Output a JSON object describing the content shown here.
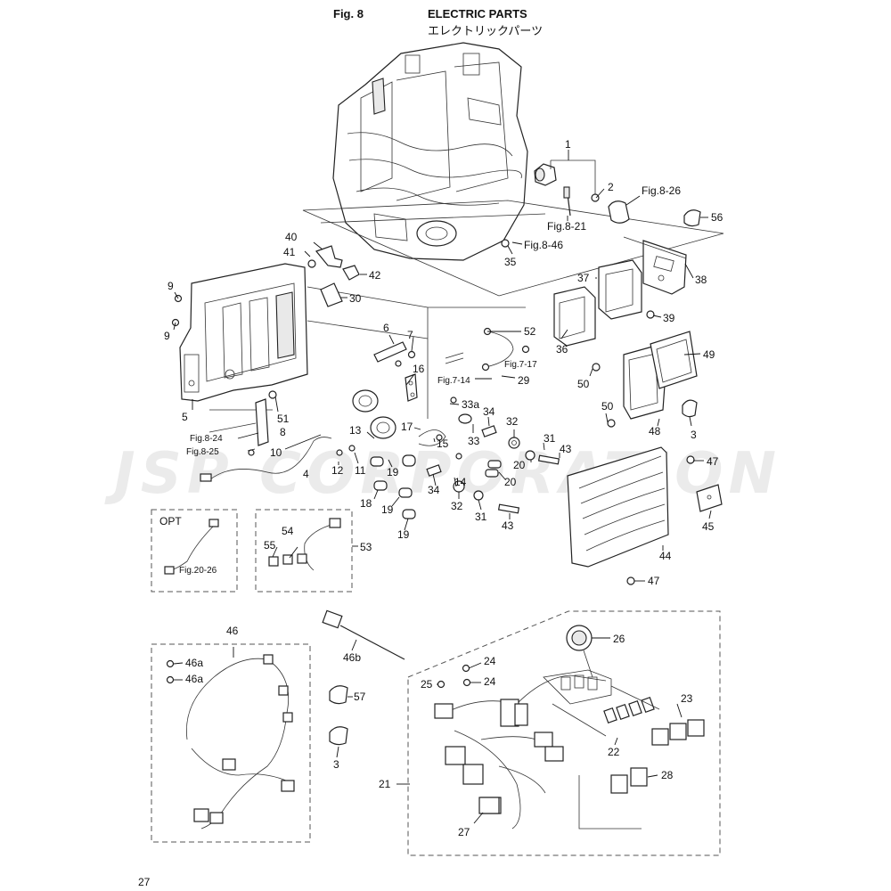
{
  "header": {
    "fig_label": "Fig. 8",
    "title": "ELECTRIC PARTS",
    "subtitle_jp": "エレクトリックパーツ"
  },
  "watermark": "JSP CORPORATION",
  "page_number": "27",
  "groups": {
    "opt_label": "OPT",
    "opt_ref": "Fig.20-26"
  },
  "callouts": {
    "c1": "1",
    "c2": "2",
    "c3a": "3",
    "c3b": "3",
    "c4": "4",
    "c5": "5",
    "c6": "6",
    "c7": "7",
    "c8": "8",
    "c9a": "9",
    "c9b": "9",
    "c10": "10",
    "c11": "11",
    "c12": "12",
    "c13": "13",
    "c14": "14",
    "c15": "15",
    "c16": "16",
    "c17": "17",
    "c18": "18",
    "c19a": "19",
    "c19b": "19",
    "c19c": "19",
    "c20a": "20",
    "c20b": "20",
    "c21": "21",
    "c22": "22",
    "c23": "23",
    "c24a": "24",
    "c24b": "24",
    "c25": "25",
    "c26": "26",
    "c27": "27",
    "c28": "28",
    "c29": "29",
    "c30": "30",
    "c31a": "31",
    "c31b": "31",
    "c32a": "32",
    "c32b": "32",
    "c33": "33",
    "c33a": "33a",
    "c34a": "34",
    "c34b": "34",
    "c35": "35",
    "c36": "36",
    "c37": "37",
    "c38": "38",
    "c39": "39",
    "c40": "40",
    "c41": "41",
    "c42": "42",
    "c43a": "43",
    "c43b": "43",
    "c44": "44",
    "c45": "45",
    "c46": "46",
    "c46a1": "46a",
    "c46a2": "46a",
    "c46b": "46b",
    "c47a": "47",
    "c47b": "47",
    "c48": "48",
    "c49": "49",
    "c50a": "50",
    "c50b": "50",
    "c51": "51",
    "c52": "52",
    "c53": "53",
    "c54": "54",
    "c55": "55",
    "c56": "56",
    "c57": "57"
  },
  "figure_refs": {
    "r8_26": "Fig.8-26",
    "r8_21": "Fig.8-21",
    "r8_46": "Fig.8-46",
    "r7_17": "Fig.7-17",
    "r7_14": "Fig.7-14",
    "r8_24": "Fig.8-24",
    "r8_25": "Fig.8-25"
  }
}
